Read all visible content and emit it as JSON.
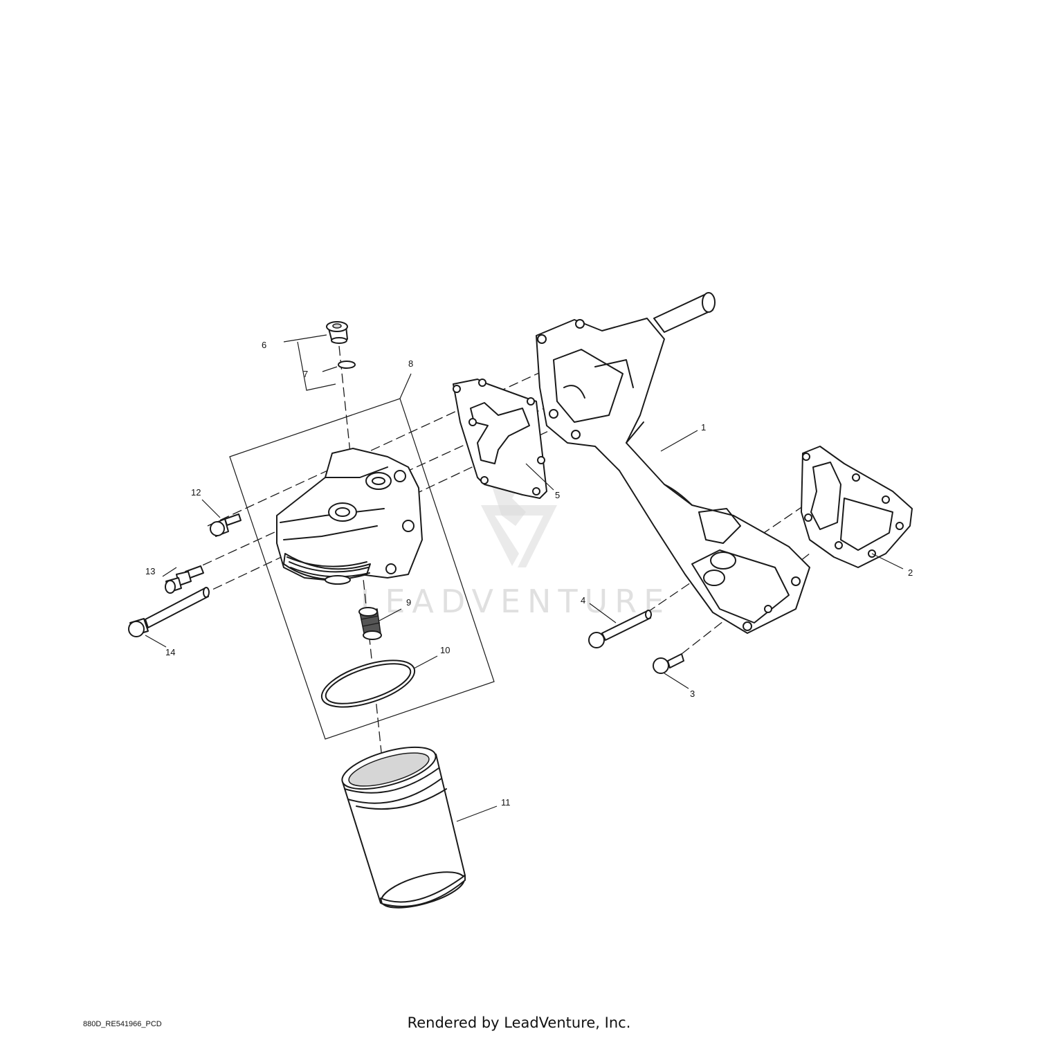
{
  "diagram": {
    "callouts": [
      {
        "id": "1",
        "label": "1"
      },
      {
        "id": "2",
        "label": "2"
      },
      {
        "id": "3",
        "label": "3"
      },
      {
        "id": "4",
        "label": "4"
      },
      {
        "id": "5",
        "label": "5"
      },
      {
        "id": "6",
        "label": "6"
      },
      {
        "id": "7",
        "label": "7"
      },
      {
        "id": "8",
        "label": "8"
      },
      {
        "id": "9",
        "label": "9"
      },
      {
        "id": "10",
        "label": "10"
      },
      {
        "id": "11",
        "label": "11"
      },
      {
        "id": "12",
        "label": "12"
      },
      {
        "id": "13",
        "label": "13"
      },
      {
        "id": "14",
        "label": "14"
      }
    ],
    "watermark": "LEADVENTURE"
  },
  "footer": {
    "drawing_code": "880D_RE541966_PCD",
    "credit": "Rendered by LeadVenture, Inc."
  }
}
